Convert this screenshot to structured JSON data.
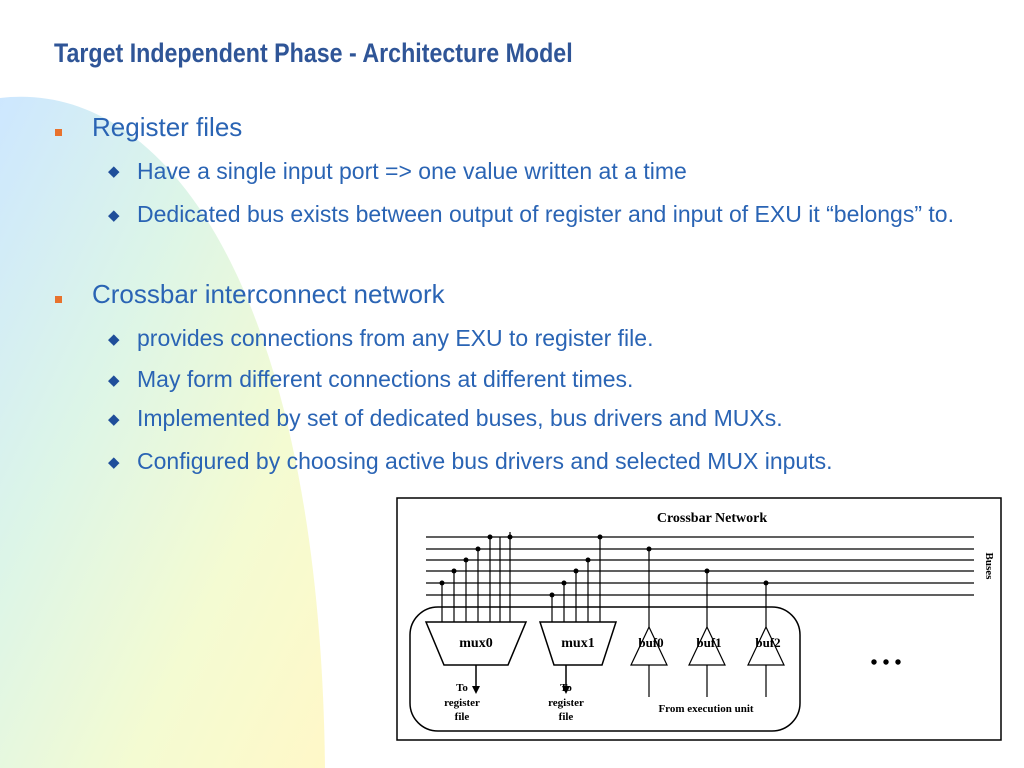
{
  "slide": {
    "title": "Target Independent Phase - Architecture Model",
    "colors": {
      "title": "#2f5597",
      "text": "#2a64b4",
      "bullet": "#e8722d",
      "sub_bullet": "#1f4e9a",
      "background_blob": "#fff8c8"
    },
    "bullets": [
      {
        "text": "Register files",
        "icon": "square-bullet-icon",
        "children": [
          {
            "text": "Have a single input port => one value written at a time",
            "icon": "diamond-bullet-icon"
          },
          {
            "text": "Dedicated bus exists between output of register and input of EXU it “belongs” to.",
            "icon": "diamond-bullet-icon"
          }
        ]
      },
      {
        "text": "Crossbar interconnect network",
        "icon": "square-bullet-icon",
        "children": [
          {
            "text": "provides connections from any EXU to register file.",
            "icon": "diamond-bullet-icon"
          },
          {
            "text": "May form different connections at different times.",
            "icon": "diamond-bullet-icon"
          },
          {
            "text": "Implemented by set of dedicated buses, bus drivers and MUXs.",
            "icon": "diamond-bullet-icon"
          },
          {
            "text": "Configured by choosing active bus drivers and selected MUX inputs.",
            "icon": "diamond-bullet-icon"
          }
        ]
      }
    ]
  },
  "diagram": {
    "title": "Crossbar Network",
    "buses_label": "Buses",
    "mux_labels": [
      "mux0",
      "mux1"
    ],
    "driver_labels": [
      "buf0",
      "buf1",
      "buf2"
    ],
    "ellipsis": "• • •",
    "mux_output_label": [
      "To",
      "register",
      "file"
    ],
    "driver_input_label": "From execution unit"
  }
}
